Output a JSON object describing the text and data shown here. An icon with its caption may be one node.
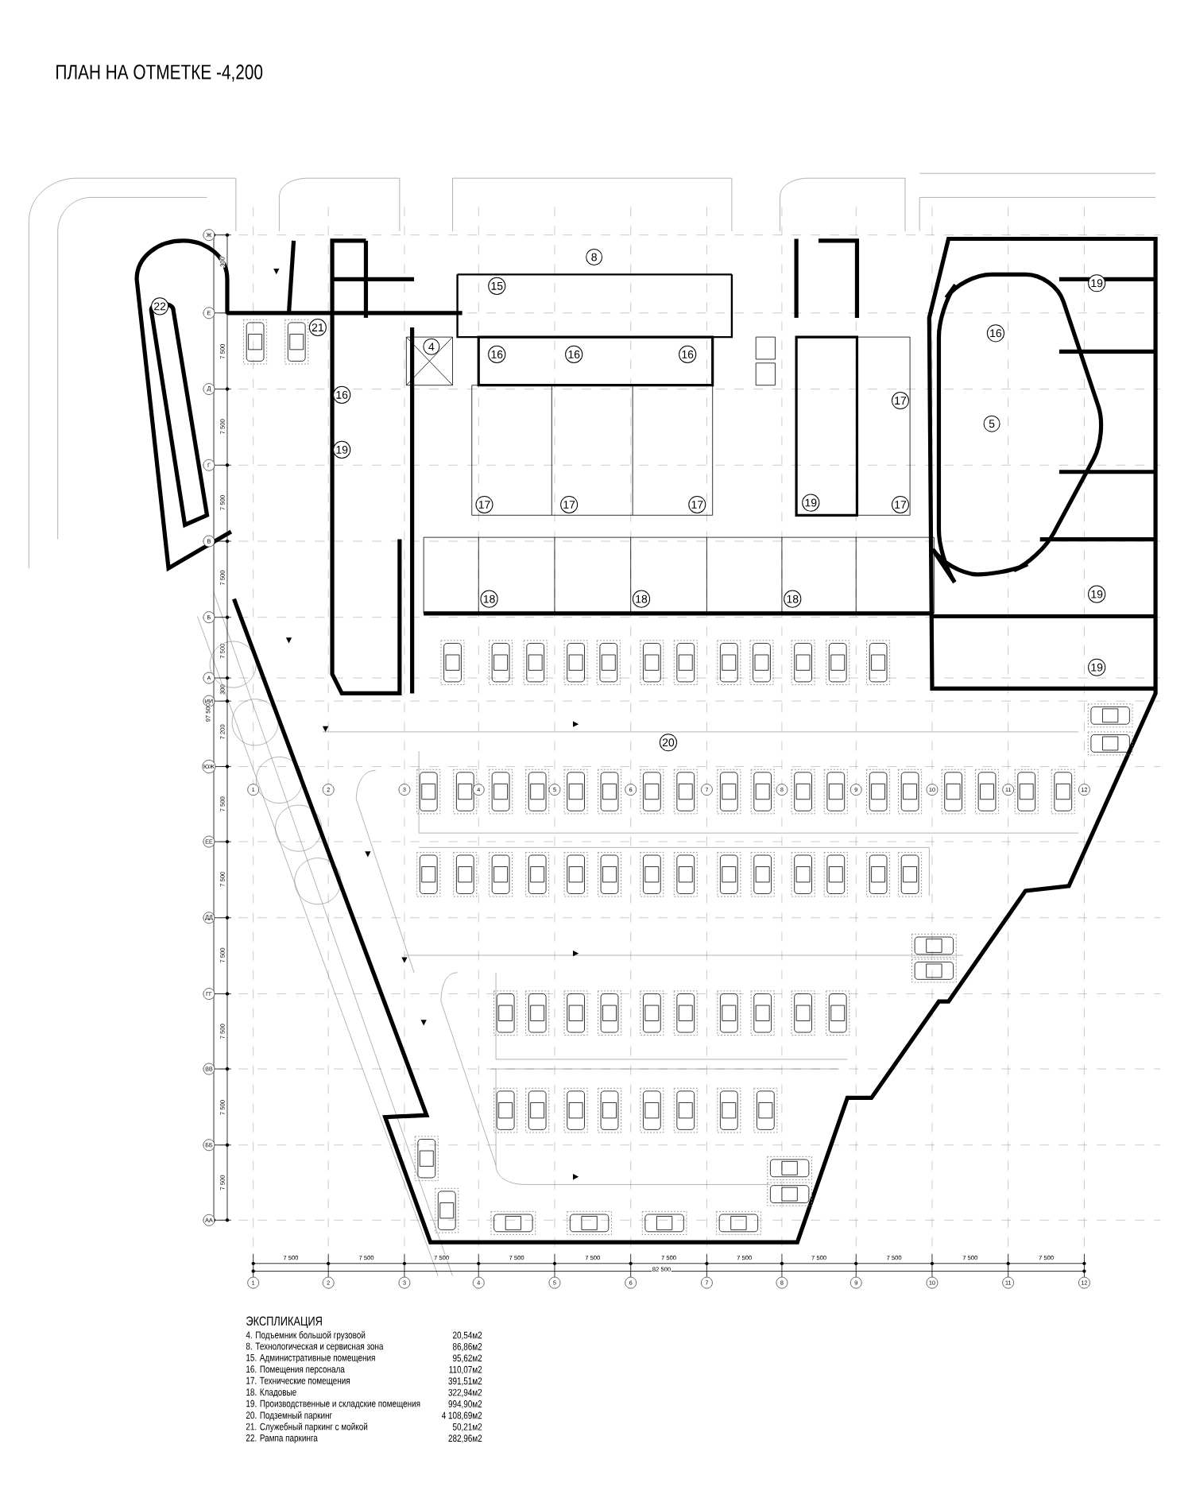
{
  "diagram": {
    "title": "ПЛАН НА ОТМЕТКЕ -4,200",
    "labels": [
      "8",
      "15",
      "19",
      "22",
      "21",
      "16",
      "4",
      "16",
      "16",
      "16",
      "16",
      "17",
      "5",
      "19",
      "17",
      "17",
      "17",
      "19",
      "17",
      "18",
      "18",
      "18",
      "19",
      "19",
      "20",
      "Ж",
      "Е",
      "Д",
      "Г",
      "В",
      "Б",
      "А",
      "ИИ",
      "ЮЖ",
      "ЕЕ",
      "ДД",
      "ГГ",
      "ВВ",
      "ББ",
      "АА",
      "300",
      "7 500",
      "7 500",
      "7 500",
      "7 500",
      "7 500",
      "300",
      "7 200",
      "7 500",
      "7 500",
      "7 500",
      "7 500",
      "7 500",
      "7 500",
      "97 500",
      "1",
      "2",
      "3",
      "4",
      "5",
      "6",
      "7",
      "8",
      "9",
      "10",
      "11",
      "12",
      "7 500",
      "7 500",
      "7 500",
      "7 500",
      "7 500",
      "7 500",
      "7 500",
      "7 500",
      "7 500",
      "7 500",
      "7 500",
      "82 500",
      "1",
      "2",
      "3",
      "4",
      "5",
      "6",
      "7",
      "8",
      "9",
      "10",
      "11",
      "12",
      "ЭКСПЛИКАЦИЯ",
      "4. Подъемник большой грузовой",
      "20,54м2",
      "8. Технологическая и сервисная зона",
      "86,86м2",
      "15. Административные помещения",
      "95,62м2",
      "16. Помещения персонала",
      "110,07м2",
      "17. Технические помещения",
      "391,51м2",
      "18. Кладовые",
      "322,94м2",
      "19. Производственные и складские  помещения",
      "994,90м2",
      "20. Подземный паркинг",
      "4 108,69м2",
      "21. Служебный паркинг с мойкой",
      "50,21м2",
      "22. Рампа паркинга",
      "282,96м2"
    ]
  }
}
